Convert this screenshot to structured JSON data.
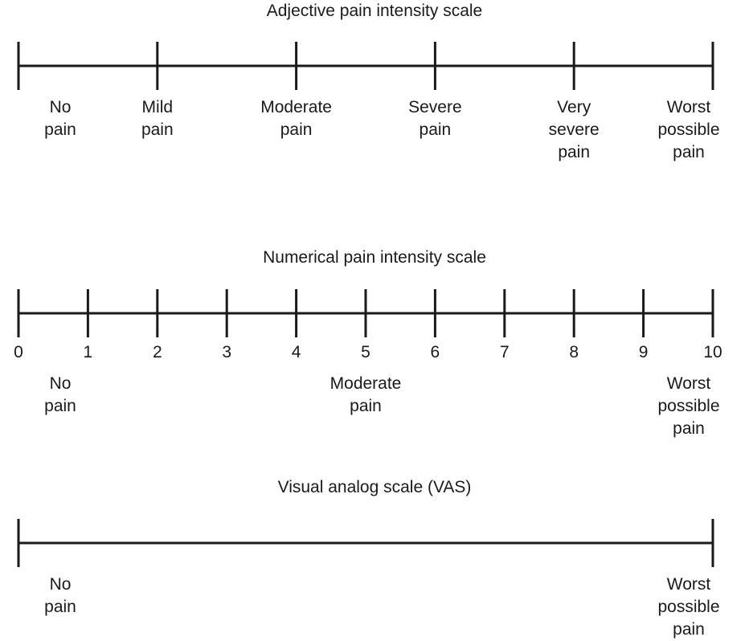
{
  "scales": [
    {
      "title": "Adjective pain intensity scale",
      "ticks": 6,
      "labels": [
        {
          "pos": 0,
          "text": "No\npain"
        },
        {
          "pos": 1,
          "text": "Mild\npain"
        },
        {
          "pos": 2,
          "text": "Moderate\npain"
        },
        {
          "pos": 3,
          "text": "Severe\npain"
        },
        {
          "pos": 4,
          "text": "Very\nsevere\npain"
        },
        {
          "pos": 5,
          "text": "Worst\npossible\npain"
        }
      ]
    },
    {
      "title": "Numerical pain intensity scale",
      "ticks": 11,
      "numbers": [
        "0",
        "1",
        "2",
        "3",
        "4",
        "5",
        "6",
        "7",
        "8",
        "9",
        "10"
      ],
      "labels": [
        {
          "pos": 0,
          "text": "No\npain"
        },
        {
          "pos": 5,
          "text": "Moderate\npain"
        },
        {
          "pos": 10,
          "text": "Worst\npossible\npain"
        }
      ]
    },
    {
      "title": "Visual analog scale (VAS)",
      "ticks": 2,
      "labels": [
        {
          "pos": 0,
          "text": "No\npain"
        },
        {
          "pos": 1,
          "text": "Worst\npossible\npain"
        }
      ]
    }
  ]
}
